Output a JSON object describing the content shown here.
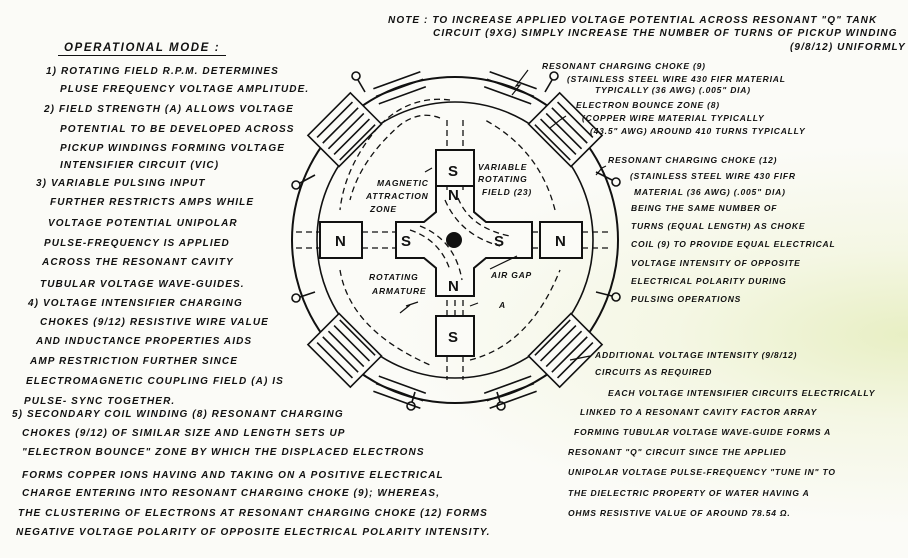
{
  "note": {
    "lines": [
      "NOTE : TO INCREASE APPLIED VOLTAGE POTENTIAL ACROSS RESONANT \"Q\" TANK",
      "CIRCUIT (9xG) SIMPLY INCREASE THE NUMBER OF TURNS OF PICKUP WINDING",
      "(9/8/12) UNIFORMLY"
    ]
  },
  "operational_mode": {
    "title": "OPERATIONAL MODE :",
    "lines": [
      "1) ROTATING FIELD R.P.M. DETERMINES",
      "PLUSE FREQUENCY VOLTAGE AMPLITUDE.",
      "2) FIELD STRENGTH (a) ALLOWS VOLTAGE",
      "POTENTIAL TO BE DEVELOPED ACROSS",
      "PICKUP WINDINGS FORMING VOLTAGE",
      "INTENSIFIER CIRCUIT (VIC)",
      "3) VARIABLE PULSING INPUT",
      "FURTHER RESTRICTS AMPS WHILE",
      "VOLTAGE POTENTIAL UNIPOLAR",
      "PULSE-FREQUENCY IS APPLIED",
      "ACROSS THE RESONANT CAVITY",
      "TUBULAR VOLTAGE WAVE-GUIDES.",
      "4) VOLTAGE INTENSIFIER CHARGING",
      "CHOKES (9/12) RESISTIVE WIRE VALUE",
      "AND INDUCTANCE PROPERTIES AIDS",
      "AMP RESTRICTION FURTHER SINCE",
      "ELECTROMAGNETIC COUPLING FIELD (a) IS",
      "PULSE- SYNC TOGETHER.",
      "5) SECONDARY COIL WINDING (8) RESONANT CHARGING",
      "CHOKES (9/12) OF SIMILAR SIZE AND LENGTH SETS UP",
      "\"ELECTRON BOUNCE\" ZONE BY WHICH THE DISPLACED ELECTRONS",
      "FORMS COPPER IONS HAVING AND TAKING ON A POSITIVE ELECTRICAL",
      "CHARGE ENTERING INTO RESONANT CHARGING CHOKE (9); WHEREAS,",
      "THE CLUSTERING OF ELECTRONS AT RESONANT CHARGING CHOKE (12) FORMS",
      "NEGATIVE VOLTAGE POLARITY OF OPPOSITE ELECTRICAL POLARITY INTENSITY."
    ]
  },
  "annotations": {
    "choke9": [
      "RESONANT CHARGING CHOKE (9)",
      "(STAINLESS STEEL WIRE 430 FIFR MATERIAL",
      "TYPICALLY (36 AWG) (.005\" DIA)"
    ],
    "bounce": [
      "ELECTRON BOUNCE ZONE (8)",
      "(COPPER WIRE MATERIAL TYPICALLY",
      "(43.5\" AWG) AROUND 410 TURNS TYPICALLY"
    ],
    "choke12": [
      "RESONANT CHARGING CHOKE (12)",
      "(STAINLESS STEEL WIRE 430 FIFR",
      "MATERIAL (36 AWG) (.005\" DIA)",
      "BEING THE SAME NUMBER OF",
      "TURNS (EQUAL LENGTH) AS CHOKE",
      "COIL (9) TO PROVIDE EQUAL ELECTRICAL",
      "VOLTAGE INTENSITY OF OPPOSITE",
      "ELECTRICAL POLARITY DURING",
      "PULSING OPERATIONS"
    ],
    "additional": [
      "ADDITIONAL VOLTAGE INTENSITY (9/8/12)",
      "CIRCUITS AS REQUIRED",
      "EACH VOLTAGE INTENSIFIER CIRCUITS ELECTRICALLY",
      "LINKED TO A RESONANT CAVITY FACTOR ARRAY",
      "FORMING TUBULAR VOLTAGE WAVE-GUIDE FORMS A",
      "RESONANT \"Q\" CIRCUIT SINCE THE APPLIED",
      "UNIPOLAR VOLTAGE PULSE-FREQUENCY \"TUNE IN\" TO",
      "THE DIELECTRIC PROPERTY OF WATER HAVING A",
      "OHMS RESISTIVE VALUE OF AROUND 78.54 Ω."
    ]
  },
  "diagram": {
    "labels": {
      "magnetic": [
        "MAGNETIC",
        "ATTRACTION",
        "ZONE"
      ],
      "variable": [
        "VARIABLE",
        "ROTATING",
        "FIELD (23)"
      ],
      "armature": [
        "ROTATING",
        "ARMATURE"
      ],
      "air_gap": "AIR GAP",
      "a_mark": "a"
    },
    "poles": {
      "N": "N",
      "S": "S"
    }
  }
}
